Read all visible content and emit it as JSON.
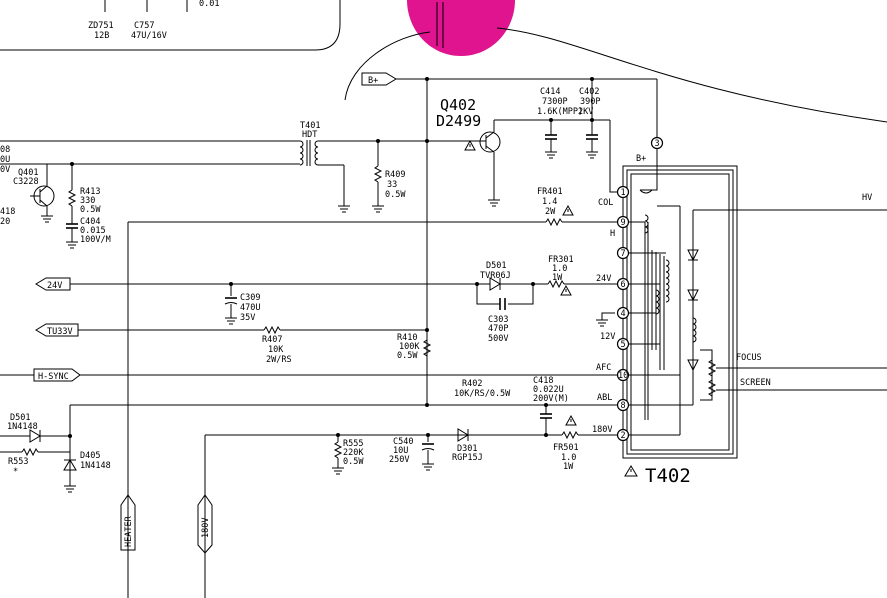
{
  "colors": {
    "ink": "#000000",
    "marker": "#e0148f",
    "paper": "#ffffff"
  },
  "top": {
    "zd751_ref": "ZD751",
    "zd751_val": "12B",
    "c757_ref": "C757",
    "c757_val": "47U/16V",
    "partial": "0.01"
  },
  "left_cut": {
    "l1": "08",
    "l2": "0U",
    "l3": "0V",
    "l4": "418",
    "l5": "20"
  },
  "q401": {
    "ref": "Q401",
    "part": "C3228"
  },
  "r413": {
    "ref": "R413",
    "v1": "330",
    "v2": "0.5W"
  },
  "c404": {
    "ref": "C404",
    "v1": "0.015",
    "v2": "100V/M"
  },
  "t401": {
    "ref": "T401",
    "part": "HDT"
  },
  "r409": {
    "ref": "R409",
    "v1": "33",
    "v2": "0.5W"
  },
  "q402": {
    "ref": "Q402",
    "part": "D2499"
  },
  "c414": {
    "ref": "C414",
    "v1": "7300P",
    "v2": "1.6K(MPP)"
  },
  "c402": {
    "ref": "C402",
    "v1": "390P",
    "v2": "2KV"
  },
  "fr401": {
    "ref": "FR401",
    "v1": "1.4",
    "v2": "2W"
  },
  "d501_top": {
    "ref": "D501",
    "part": "TVR06J"
  },
  "fr301": {
    "ref": "FR301",
    "v1": "1.0",
    "v2": "1W"
  },
  "c309": {
    "ref": "C309",
    "v1": "470U",
    "v2": "35V"
  },
  "c303": {
    "ref": "C303",
    "v1": "470P",
    "v2": "500V"
  },
  "r407": {
    "ref": "R407",
    "v1": "10K",
    "v2": "2W/RS"
  },
  "r410": {
    "ref": "R410",
    "v1": "100K",
    "v2": "0.5W"
  },
  "r402": {
    "ref": "R402",
    "v1": "10K/RS/0.5W"
  },
  "c418": {
    "ref": "C418",
    "v1": "0.022U",
    "v2": "200V(M)"
  },
  "d501_left": {
    "ref": "D501",
    "part": "1N4148"
  },
  "r553": {
    "ref": "R553",
    "mark": "*"
  },
  "d405": {
    "ref": "D405",
    "part": "1N4148"
  },
  "r555": {
    "ref": "R555",
    "v1": "220K",
    "v2": "0.5W"
  },
  "c540": {
    "ref": "C540",
    "v1": "10U",
    "v2": "250V"
  },
  "d301": {
    "ref": "D301",
    "part": "RGP15J"
  },
  "fr501": {
    "ref": "FR501",
    "v1": "1.0",
    "v2": "1W"
  },
  "flags": {
    "bplus": "B+",
    "v24": "24V",
    "tu33v": "TU33V",
    "hsync": "H-SYNC",
    "heater": "HEATER",
    "v180": "180V"
  },
  "t402": {
    "ref": "T402",
    "bplus": "B+",
    "pins": [
      "1",
      "9",
      "7",
      "6",
      "4",
      "5",
      "10",
      "8",
      "2",
      "3"
    ],
    "pin_labels": {
      "col": "COL",
      "h": "H",
      "v24": "24V",
      "v12": "12V",
      "afc": "AFC",
      "abl": "ABL",
      "v180": "180V"
    },
    "outputs": {
      "hv": "HV",
      "focus": "FOCUS",
      "screen": "SCREEN"
    }
  }
}
